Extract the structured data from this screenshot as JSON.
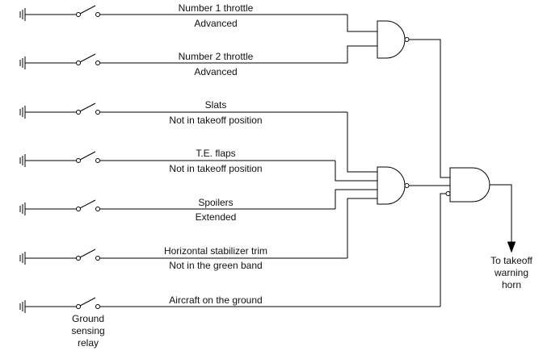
{
  "diagram": {
    "inputs": [
      {
        "top": "Number 1 throttle",
        "bottom": "Advanced"
      },
      {
        "top": "Number 2 throttle",
        "bottom": "Advanced"
      },
      {
        "top": "Slats",
        "bottom": "Not in takeoff position"
      },
      {
        "top": "T.E. flaps",
        "bottom": "Not in takeoff position"
      },
      {
        "top": "Spoilers",
        "bottom": "Extended"
      },
      {
        "top": "Horizontal stabilizer trim",
        "bottom": "Not in the green band"
      },
      {
        "top": "Aircraft on the ground",
        "bottom": ""
      }
    ],
    "relay_label": [
      "Ground",
      "sensing",
      "relay"
    ],
    "output_label": [
      "To takeoff",
      "warning",
      "horn"
    ]
  }
}
